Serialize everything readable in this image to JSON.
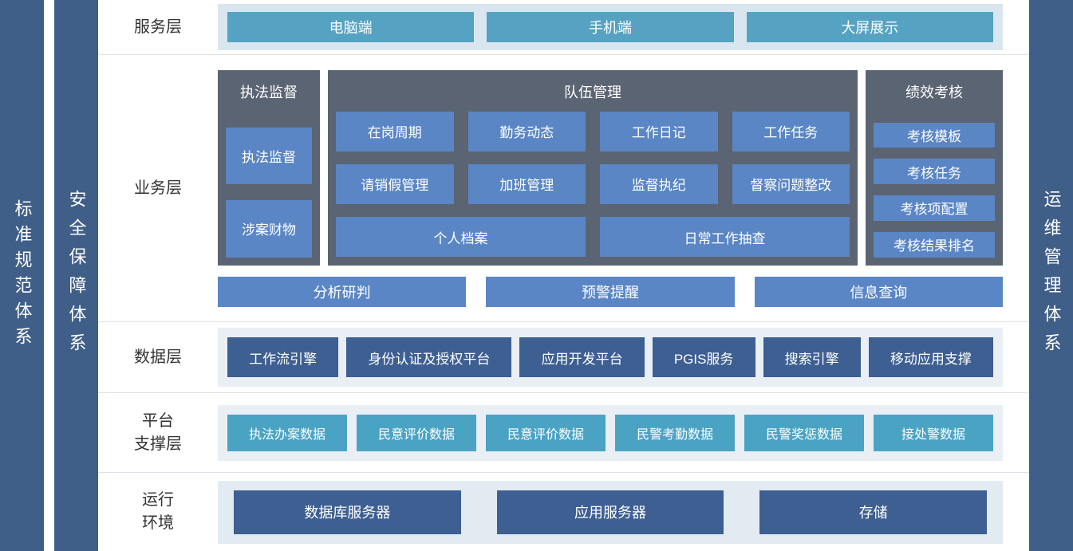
{
  "sidebars": {
    "standards": "标准规范体系",
    "security": "安全保障体系",
    "operations": "运维管理体系"
  },
  "service_layer": {
    "lines": [
      "服务层"
    ],
    "items": [
      "电脑端",
      "手机端",
      "大屏展示"
    ]
  },
  "business_layer": {
    "lines": [
      "业务层"
    ],
    "law_supervision": {
      "title": "执法监督",
      "items": [
        "执法监督",
        "涉案财物"
      ]
    },
    "team_management": {
      "title": "队伍管理",
      "row1": [
        "在岗周期",
        "勤务动态",
        "工作日记",
        "工作任务"
      ],
      "row2": [
        "请销假管理",
        "加班管理",
        "监督执纪",
        "督察问题整改"
      ],
      "row3": [
        "个人档案",
        "日常工作抽查"
      ]
    },
    "performance": {
      "title": "绩效考核",
      "items": [
        "考核模板",
        "考核任务",
        "考核项配置",
        "考核结果排名"
      ]
    },
    "bars": [
      "分析研判",
      "预警提醒",
      "信息查询"
    ]
  },
  "data_layer": {
    "lines": [
      "数据层"
    ],
    "items": [
      "工作流引擎",
      "身份认证及授权平台",
      "应用开发平台",
      "PGIS服务",
      "搜索引擎",
      "移动应用支撑"
    ]
  },
  "platform_layer": {
    "lines": [
      "平台",
      "支撑层"
    ],
    "items": [
      "执法办案数据",
      "民意评价数据",
      "民意评价数据",
      "民警考勤数据",
      "民警奖惩数据",
      "接处警数据"
    ]
  },
  "runtime_layer": {
    "lines": [
      "运行",
      "环境"
    ],
    "items": [
      "数据库服务器",
      "应用服务器",
      "存储"
    ]
  },
  "colors": {
    "sidebar_blue": "#3f5e88",
    "teal": "#55a2c2",
    "teal_bright": "#4ba3c4",
    "medium_blue": "#5a86c5",
    "dark_blue": "#3d5f92",
    "group_gray": "#5b6472",
    "strip_light": "#e9eff5"
  }
}
